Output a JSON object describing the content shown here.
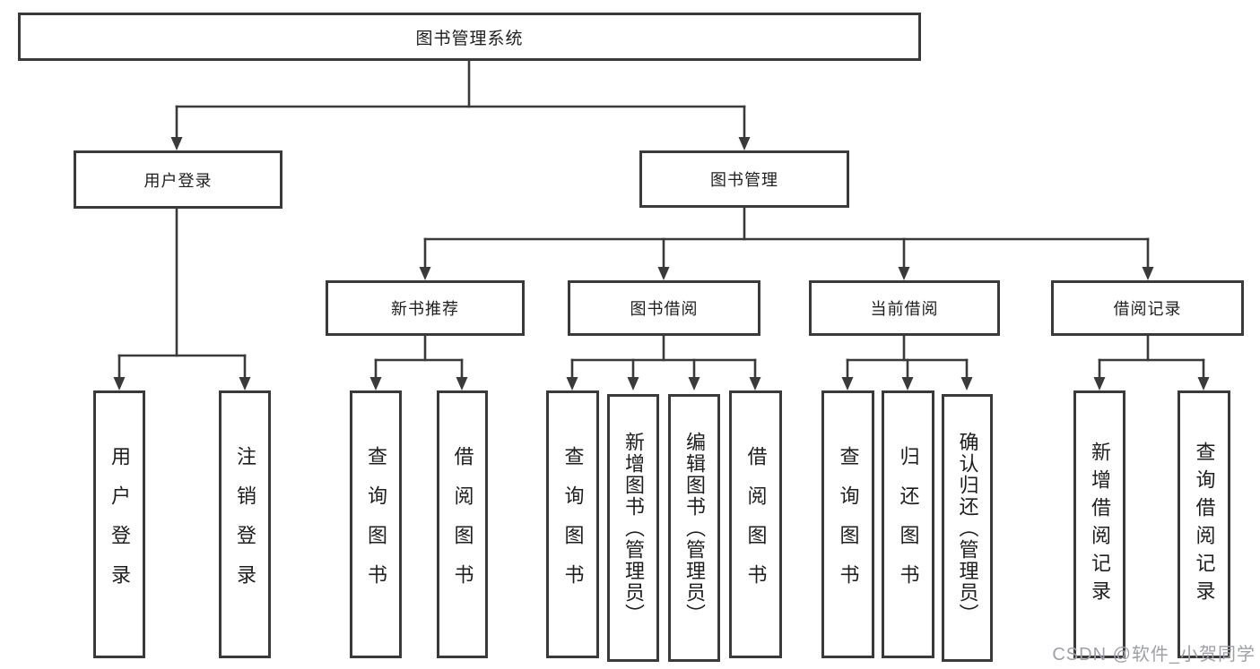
{
  "nodes": {
    "root": {
      "label": "图书管理系统"
    },
    "level2": [
      {
        "label": "用户登录"
      },
      {
        "label": "图书管理"
      }
    ],
    "level3": [
      {
        "label": "新书推荐"
      },
      {
        "label": "图书借阅"
      },
      {
        "label": "当前借阅"
      },
      {
        "label": "借阅记录"
      }
    ],
    "leaves_user": [
      {
        "label": "用户登录"
      },
      {
        "label": "注销登录"
      }
    ],
    "leaves_recommend": [
      {
        "label": "查询图书"
      },
      {
        "label": "借阅图书"
      }
    ],
    "leaves_borrow": [
      {
        "label": "查询图书"
      },
      {
        "label": "新增图书（管理员）"
      },
      {
        "label": "编辑图书（管理员）"
      },
      {
        "label": "借阅图书"
      }
    ],
    "leaves_current": [
      {
        "label": "查询图书"
      },
      {
        "label": "归还图书"
      },
      {
        "label": "确认归还（管理员）"
      }
    ],
    "leaves_records": [
      {
        "label": "新增借阅记录"
      },
      {
        "label": "查询借阅记录"
      }
    ]
  },
  "watermark": {
    "text": "CSDN @软件_小贺同学"
  },
  "colors": {
    "line": "#3a3a3a",
    "text": "#1e1e1e",
    "watermark": "#9fa0a8",
    "background": "#ffffff"
  }
}
